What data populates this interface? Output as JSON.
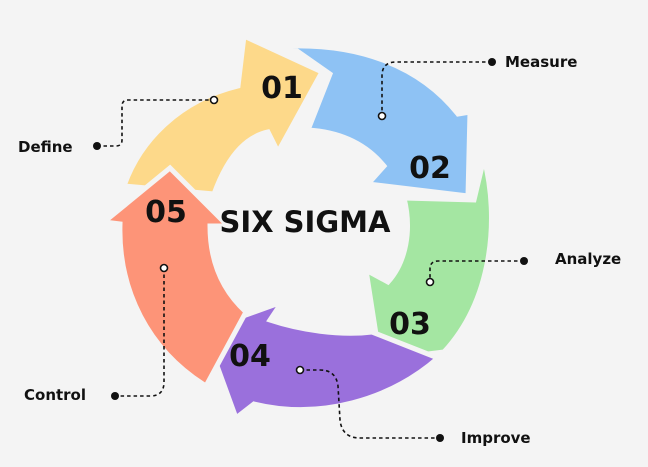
{
  "title": "SIX SIGMA",
  "steps": [
    {
      "number": "01",
      "label": "Define",
      "color": "#fdd98a"
    },
    {
      "number": "02",
      "label": "Measure",
      "color": "#8ec2f4"
    },
    {
      "number": "03",
      "label": "Analyze",
      "color": "#a4e6a2"
    },
    {
      "number": "04",
      "label": "Improve",
      "color": "#9a70dc"
    },
    {
      "number": "05",
      "label": "Control",
      "color": "#fd9478"
    }
  ]
}
